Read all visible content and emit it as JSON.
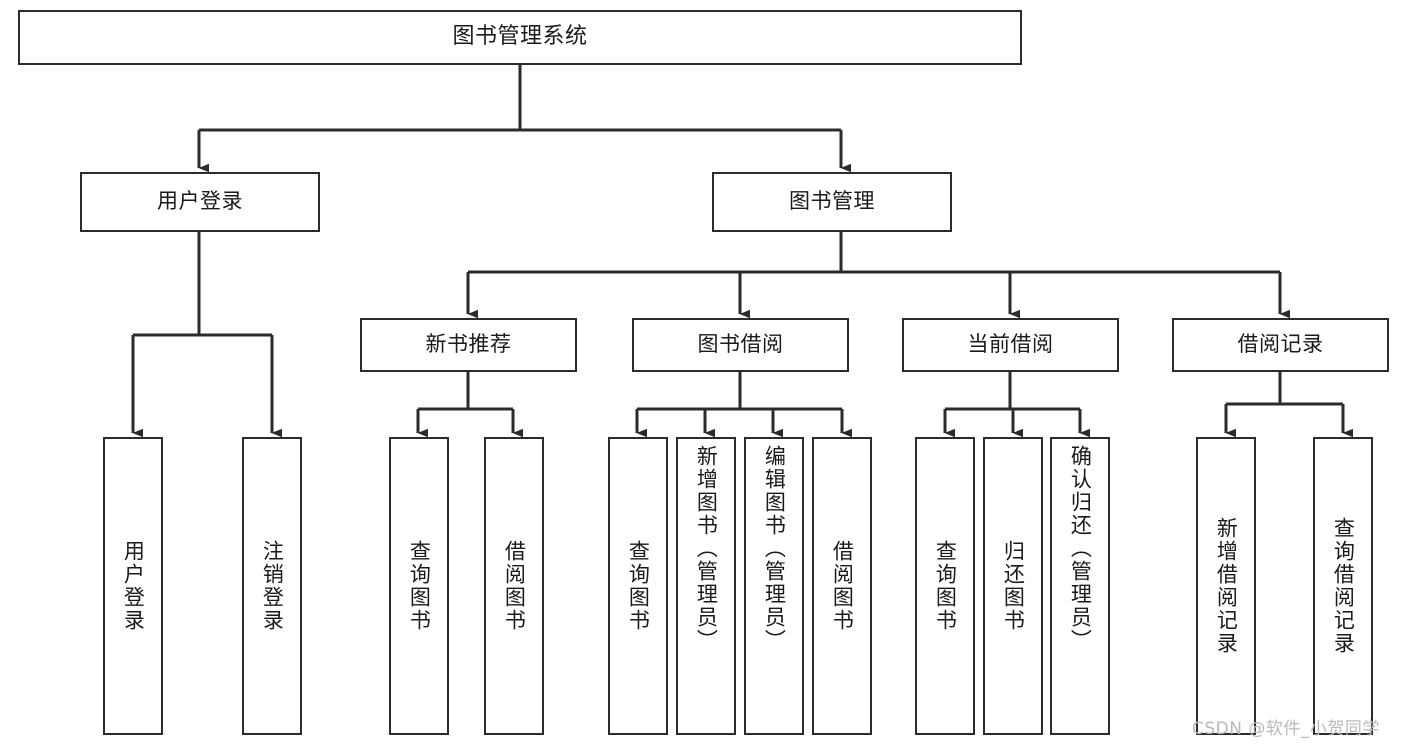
{
  "diagram": {
    "title": "图书管理系统",
    "type": "tree-hierarchy-diagram",
    "background_color": "#ffffff",
    "line_color": "#2b2b2b",
    "text_color": "#1a1a1a",
    "watermark": "CSDN @软件_小贺同学",
    "nodes": {
      "root": {
        "label": "图书管理系统"
      },
      "level1": [
        {
          "id": "user-login",
          "label": "用户登录"
        },
        {
          "id": "book-management",
          "label": "图书管理"
        }
      ],
      "level2": [
        {
          "id": "new-book-recommend",
          "label": "新书推荐"
        },
        {
          "id": "book-borrow",
          "label": "图书借阅"
        },
        {
          "id": "current-borrow",
          "label": "当前借阅"
        },
        {
          "id": "borrow-record",
          "label": "借阅记录"
        }
      ],
      "leaves": {
        "user_login": [
          {
            "id": "leaf-user-login",
            "label": "用户登录"
          },
          {
            "id": "leaf-logout-login",
            "label": "注销登录"
          }
        ],
        "new_book_recommend": [
          {
            "id": "leaf-query-book-1",
            "label": "查询图书"
          },
          {
            "id": "leaf-borrow-book-1",
            "label": "借阅图书"
          }
        ],
        "book_borrow": [
          {
            "id": "leaf-query-book-2",
            "label": "查询图书"
          },
          {
            "id": "leaf-add-book",
            "label": "新增图书（管理员）"
          },
          {
            "id": "leaf-edit-book",
            "label": "编辑图书（管理员）"
          },
          {
            "id": "leaf-borrow-book-2",
            "label": "借阅图书"
          }
        ],
        "current_borrow": [
          {
            "id": "leaf-query-book-3",
            "label": "查询图书"
          },
          {
            "id": "leaf-return-book",
            "label": "归还图书"
          },
          {
            "id": "leaf-confirm-return",
            "label": "确认归还（管理员）"
          }
        ],
        "borrow_record": [
          {
            "id": "leaf-add-borrow-record",
            "label": "新增借阅记录"
          },
          {
            "id": "leaf-query-borrow-record",
            "label": "查询借阅记录"
          }
        ]
      }
    }
  }
}
